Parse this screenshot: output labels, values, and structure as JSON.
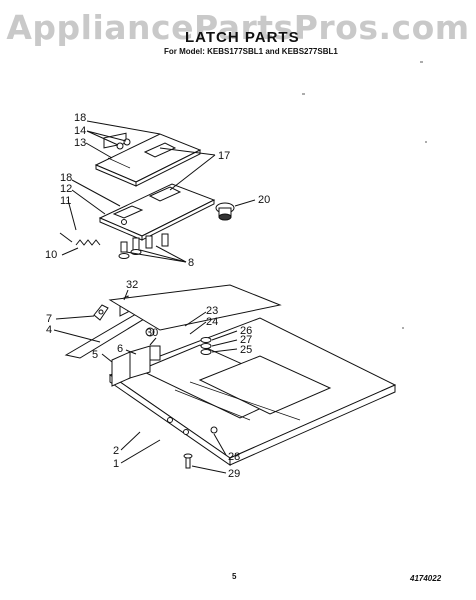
{
  "watermark": "AppliancePartsPros.com",
  "title": "LATCH PARTS",
  "subtitle": "For Model: KEBS177SBL1 and KEBS277SBL1",
  "page_number": "5",
  "doc_number": "4174022",
  "callouts": {
    "c1": "1",
    "c2": "2",
    "c4": "4",
    "c5": "5",
    "c6": "6",
    "c7": "7",
    "c8": "8",
    "c10": "10",
    "c11": "11",
    "c12": "12",
    "c13": "13",
    "c14": "14",
    "c17": "17",
    "c18a": "18",
    "c18b": "18",
    "c20": "20",
    "c23": "23",
    "c24": "24",
    "c25": "25",
    "c26": "26",
    "c27": "27",
    "c28": "28",
    "c29": "29",
    "c30": "30",
    "c32": "32"
  }
}
